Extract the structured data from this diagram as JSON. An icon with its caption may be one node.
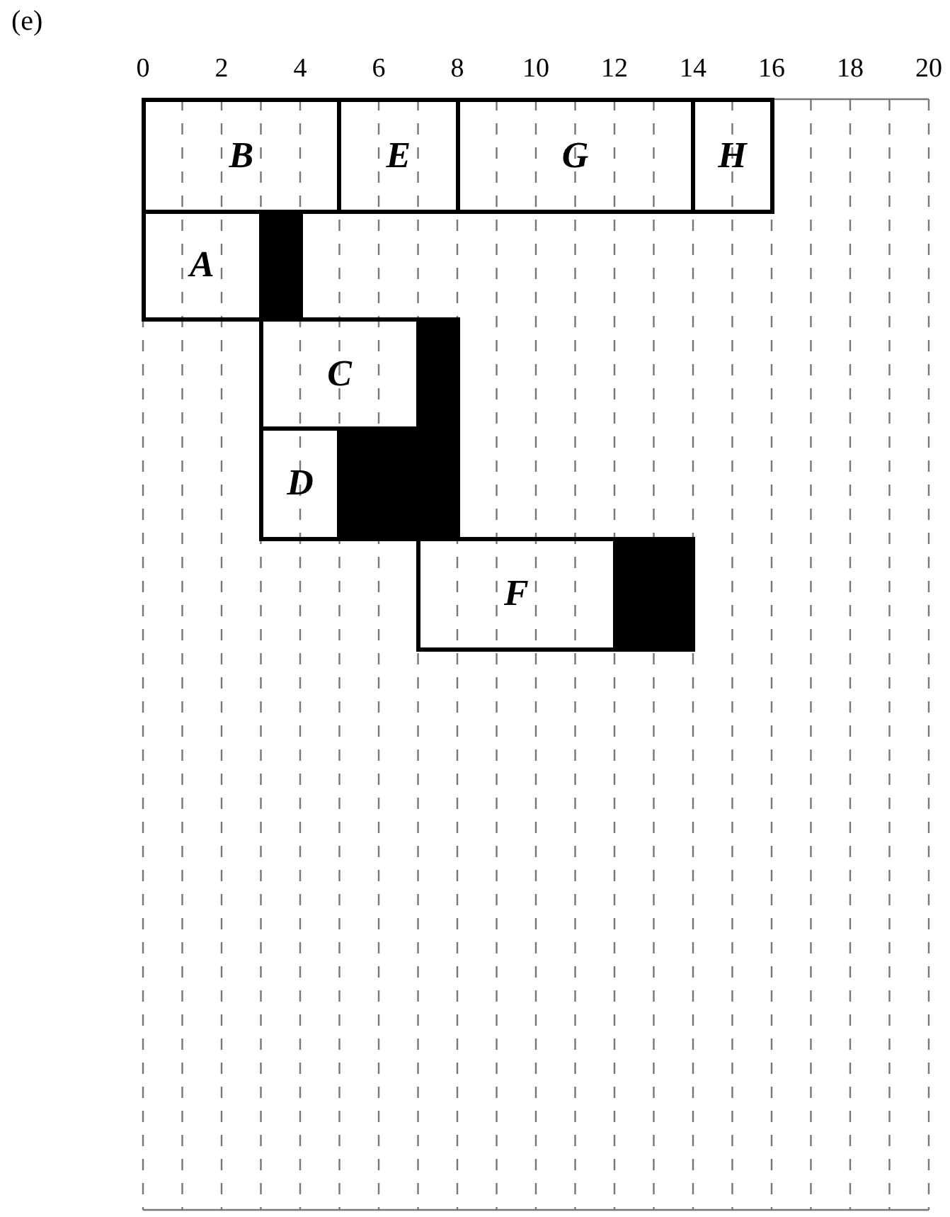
{
  "diagram": {
    "nodes": [
      {
        "text": [
          "B"
        ]
      },
      {
        "text": [
          "E"
        ]
      },
      {
        "text": [
          "G"
        ]
      },
      {
        "text": [
          "H"
        ]
      },
      {
        "text": [
          "A"
        ]
      },
      {
        "text": [],
        "shape": "bar"
      },
      {
        "text": [
          "C"
        ]
      },
      {
        "text": [],
        "shape": "bar"
      },
      {
        "text": [
          "D"
        ]
      },
      {
        "text": [],
        "shape": "bar"
      },
      {
        "text": [
          "F"
        ]
      },
      {
        "text": [],
        "shape": "bar"
      }
    ],
    "labels": [
      "(e)",
      "0",
      "2",
      "4",
      "6",
      "8",
      "10",
      "12",
      "14",
      "16",
      "18",
      "20"
    ]
  }
}
